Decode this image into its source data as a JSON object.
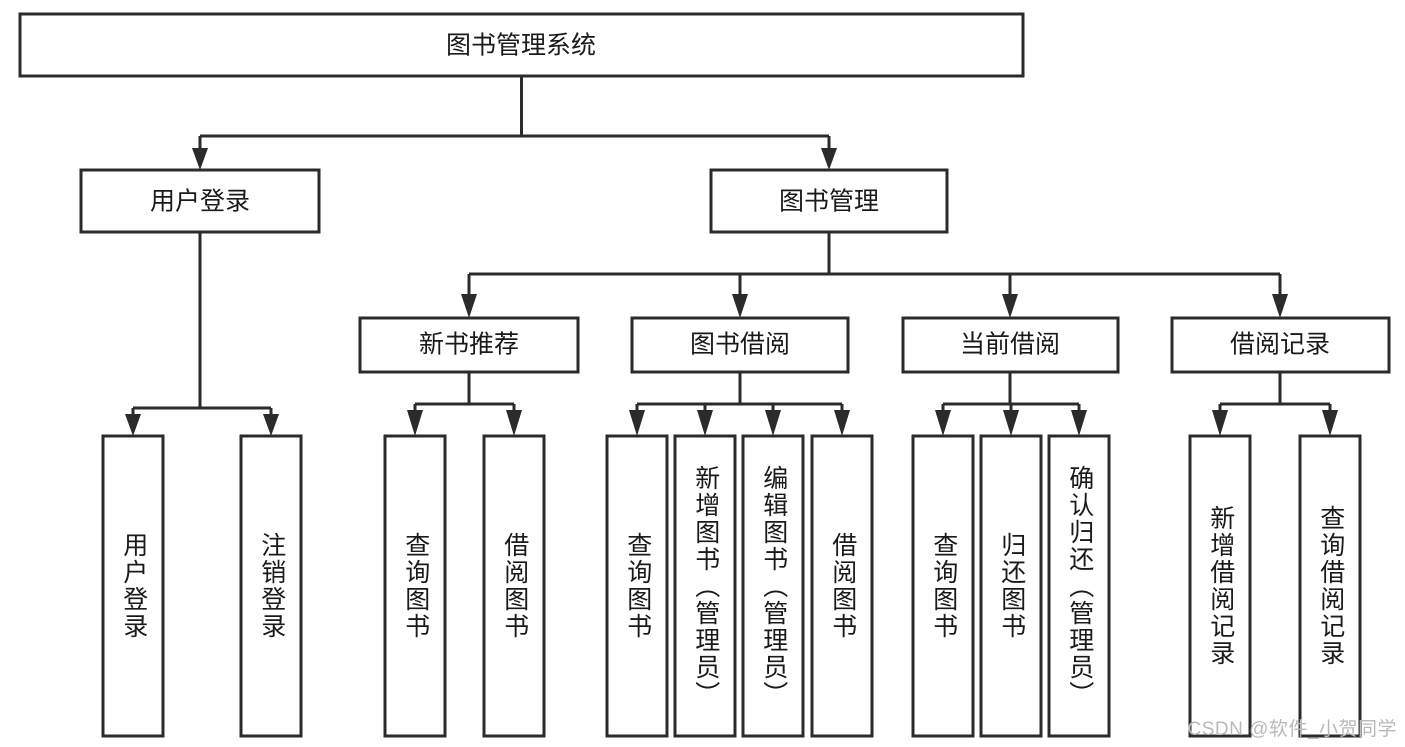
{
  "diagram": {
    "type": "tree-hierarchy",
    "title": "图书管理系统",
    "watermark": "CSDN @软件_小贺同学",
    "colors": {
      "stroke": "#2b2b2b",
      "fill": "#ffffff",
      "text": "#1a1a1a",
      "watermark": "#b9b9b9"
    },
    "levels": {
      "level1": [
        "图书管理系统"
      ],
      "level2": [
        "用户登录",
        "图书管理"
      ],
      "level3": [
        "新书推荐",
        "图书借阅",
        "当前借阅",
        "借阅记录"
      ],
      "level4": [
        "用户登录",
        "注销登录",
        "查询图书",
        "借阅图书",
        "查询图书",
        "新增图书（管理员）",
        "编辑图书（管理员）",
        "借阅图书",
        "查询图书",
        "归还图书",
        "确认归还（管理员）",
        "新增借阅记录",
        "查询借阅记录"
      ]
    },
    "nodes": {
      "root": {
        "label": "图书管理系统",
        "orientation": "horizontal"
      },
      "user_login": {
        "label": "用户登录",
        "orientation": "horizontal"
      },
      "book_mgmt": {
        "label": "图书管理",
        "orientation": "horizontal"
      },
      "new_book_rec": {
        "label": "新书推荐",
        "orientation": "horizontal"
      },
      "book_borrow": {
        "label": "图书借阅",
        "orientation": "horizontal"
      },
      "current_borrow": {
        "label": "当前借阅",
        "orientation": "horizontal"
      },
      "borrow_record": {
        "label": "借阅记录",
        "orientation": "horizontal"
      },
      "leaf_user_login": {
        "label": "用户登录",
        "orientation": "vertical"
      },
      "leaf_logout": {
        "label": "注销登录",
        "orientation": "vertical"
      },
      "leaf_query_book_1": {
        "label": "查询图书",
        "orientation": "vertical"
      },
      "leaf_borrow_book_1": {
        "label": "借阅图书",
        "orientation": "vertical"
      },
      "leaf_query_book_2": {
        "label": "查询图书",
        "orientation": "vertical"
      },
      "leaf_add_book": {
        "label": "新增图书（管理员）",
        "orientation": "vertical"
      },
      "leaf_edit_book": {
        "label": "编辑图书（管理员）",
        "orientation": "vertical"
      },
      "leaf_borrow_book_2": {
        "label": "借阅图书",
        "orientation": "vertical"
      },
      "leaf_query_book_3": {
        "label": "查询图书",
        "orientation": "vertical"
      },
      "leaf_return_book": {
        "label": "归还图书",
        "orientation": "vertical"
      },
      "leaf_confirm_return": {
        "label": "确认归还（管理员）",
        "orientation": "vertical"
      },
      "leaf_add_record": {
        "label": "新增借阅记录",
        "orientation": "vertical"
      },
      "leaf_query_record": {
        "label": "查询借阅记录",
        "orientation": "vertical"
      }
    },
    "edges": [
      {
        "from": "root",
        "to": "user_login"
      },
      {
        "from": "root",
        "to": "book_mgmt"
      },
      {
        "from": "user_login",
        "to": "leaf_user_login"
      },
      {
        "from": "user_login",
        "to": "leaf_logout"
      },
      {
        "from": "book_mgmt",
        "to": "new_book_rec"
      },
      {
        "from": "book_mgmt",
        "to": "book_borrow"
      },
      {
        "from": "book_mgmt",
        "to": "current_borrow"
      },
      {
        "from": "book_mgmt",
        "to": "borrow_record"
      },
      {
        "from": "new_book_rec",
        "to": "leaf_query_book_1"
      },
      {
        "from": "new_book_rec",
        "to": "leaf_borrow_book_1"
      },
      {
        "from": "book_borrow",
        "to": "leaf_query_book_2"
      },
      {
        "from": "book_borrow",
        "to": "leaf_add_book"
      },
      {
        "from": "book_borrow",
        "to": "leaf_edit_book"
      },
      {
        "from": "book_borrow",
        "to": "leaf_borrow_book_2"
      },
      {
        "from": "current_borrow",
        "to": "leaf_query_book_3"
      },
      {
        "from": "current_borrow",
        "to": "leaf_return_book"
      },
      {
        "from": "current_borrow",
        "to": "leaf_confirm_return"
      },
      {
        "from": "borrow_record",
        "to": "leaf_add_record"
      },
      {
        "from": "borrow_record",
        "to": "leaf_query_record"
      }
    ]
  }
}
